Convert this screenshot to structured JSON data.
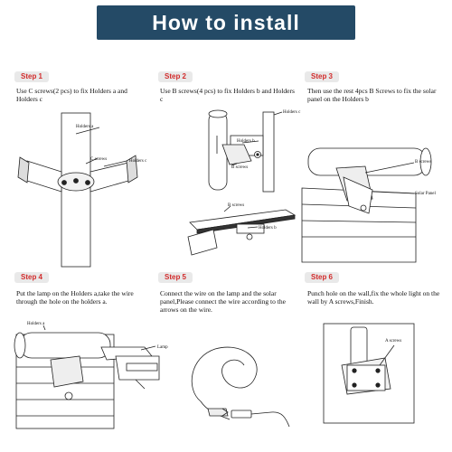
{
  "title": "How to install",
  "steps": [
    {
      "tag": "Step 1",
      "text": "Use C screws(2 pcs) to fix Holders a and Holders c",
      "labels": {
        "a": "Holders a",
        "c_screws": "C screws",
        "c": "Holders c"
      }
    },
    {
      "tag": "Step 2",
      "text": "Use B screws(4 pcs) to fix Holders b and Holders c",
      "labels": {
        "c": "Holders c",
        "b1": "Holders b",
        "bs": "B screws",
        "bs2": "B screws",
        "b2": "Holders b"
      }
    },
    {
      "tag": "Step 3",
      "text": "Then use the rest 4pcs B Screws to fix the solar panel on the Holders b",
      "labels": {
        "bs": "B screws",
        "panel": "Solar Panel"
      }
    },
    {
      "tag": "Step 4",
      "text": "Put the lamp on the Holders a,take the wire through the hole on the holders a.",
      "labels": {
        "a": "Holders a",
        "lamp": "Lamp"
      }
    },
    {
      "tag": "Step 5",
      "text": "Connect the wire on the lamp and the solar panel,Please connect the wire according to the arrows on the wire.",
      "labels": {}
    },
    {
      "tag": "Step 6",
      "text": "Punch hole on the wall,fix the whole light on the wall by A screws,Finish.",
      "labels": {
        "as": "A screws"
      }
    }
  ]
}
